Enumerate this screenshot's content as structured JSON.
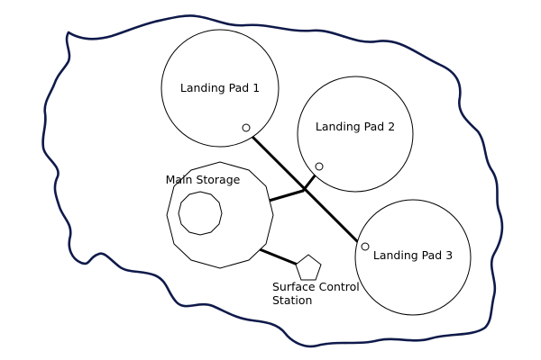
{
  "colors": {
    "island_outline": "#0f1a4a",
    "facility_stroke": "#000000",
    "connector": "#000000",
    "background": "#ffffff"
  },
  "labels": {
    "landing_pad_1": "Landing Pad 1",
    "landing_pad_2": "Landing Pad 2",
    "landing_pad_3": "Landing Pad 3",
    "main_storage": "Main Storage",
    "surface_control_line1": "Surface Control",
    "surface_control_line2": "Station"
  }
}
